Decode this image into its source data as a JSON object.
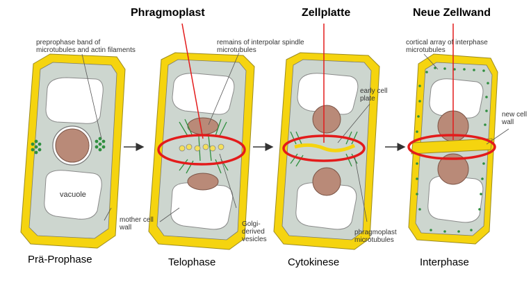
{
  "headers": {
    "phragmoplast": "Phragmoplast",
    "zellplatte": "Zellplatte",
    "neue_zellwand": "Neue Zellwand"
  },
  "phases": {
    "praeprophase": "Prä-Prophase",
    "telophase": "Telophase",
    "cytokinese": "Cytokinese",
    "interphase": "Interphase"
  },
  "annotations": {
    "preprophase_band": "preprophase band of microtubules and actin filaments",
    "vacuole": "vacuole",
    "mother_cell_wall": "mother cell wall",
    "remains_interpolar": "remains of interpolar spindle microtubules",
    "golgi_vesicles": "Golgi-derived vesicles",
    "early_cell_plate": "early cell plate",
    "phragmoplast_mt": "phragmoplast microtubules",
    "cortical_array": "cortical array of interphase microtubules",
    "new_cell_wall": "new cell wall"
  },
  "colors": {
    "wall": "#f5d40f",
    "wall_edge": "#9a8a20",
    "cytoplasm": "#cdd6cf",
    "vacuole": "#ffffff",
    "nucleus": "#b98a78",
    "microtubule": "#2f8f3f",
    "highlight": "#e31b1b",
    "vesicle": "#f5e05a"
  },
  "icons": [
    "arrow-right-icon"
  ]
}
